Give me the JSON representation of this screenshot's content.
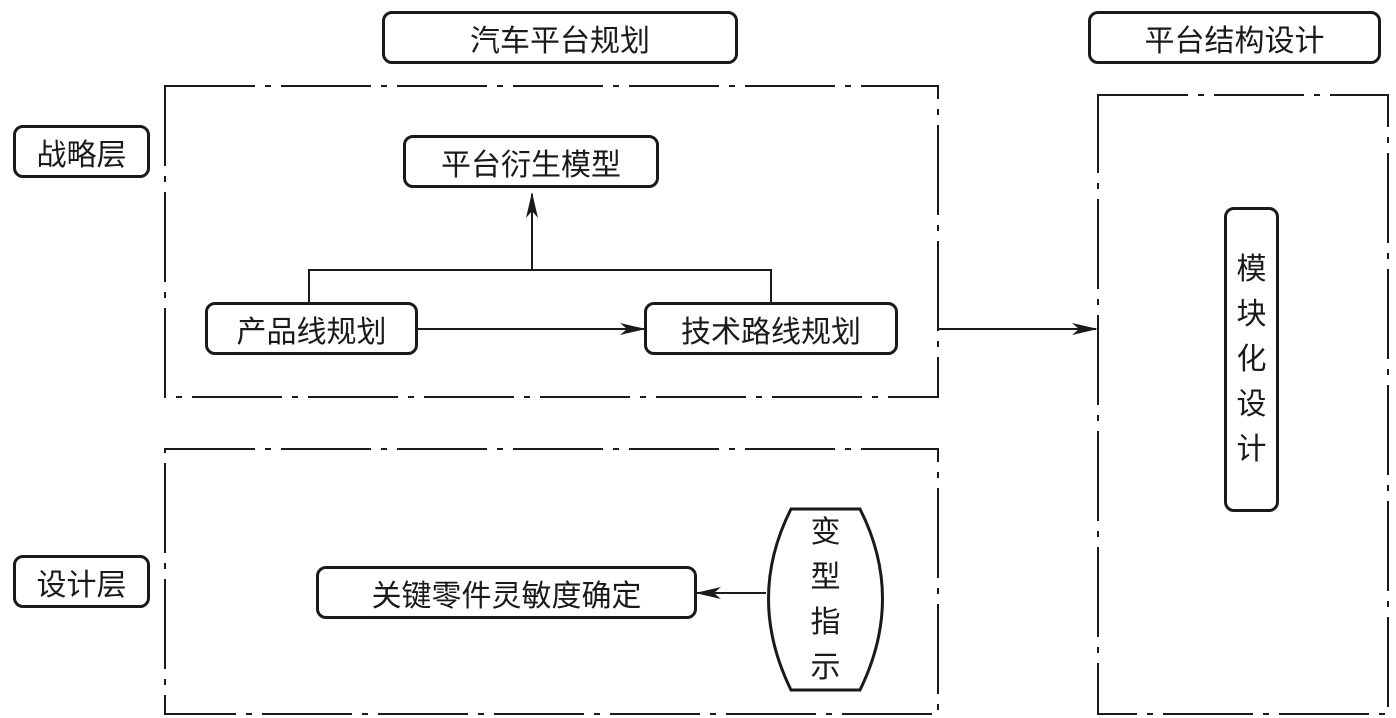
{
  "headers": {
    "planning": "汽车平台规划",
    "structure": "平台结构设计"
  },
  "layers": {
    "strategy": "战略层",
    "design": "设计层"
  },
  "nodes": {
    "derivative_model": "平台衍生模型",
    "product_line": "产品线规划",
    "tech_route": "技术路线规划",
    "key_parts": "关键零件灵敏度确定",
    "variant_instruction": [
      "变",
      "型",
      "指",
      "示"
    ],
    "modular_design": [
      "模",
      "块",
      "化",
      "设",
      "计"
    ]
  },
  "colors": {
    "stroke": "#1a1a1a",
    "background": "#ffffff"
  }
}
